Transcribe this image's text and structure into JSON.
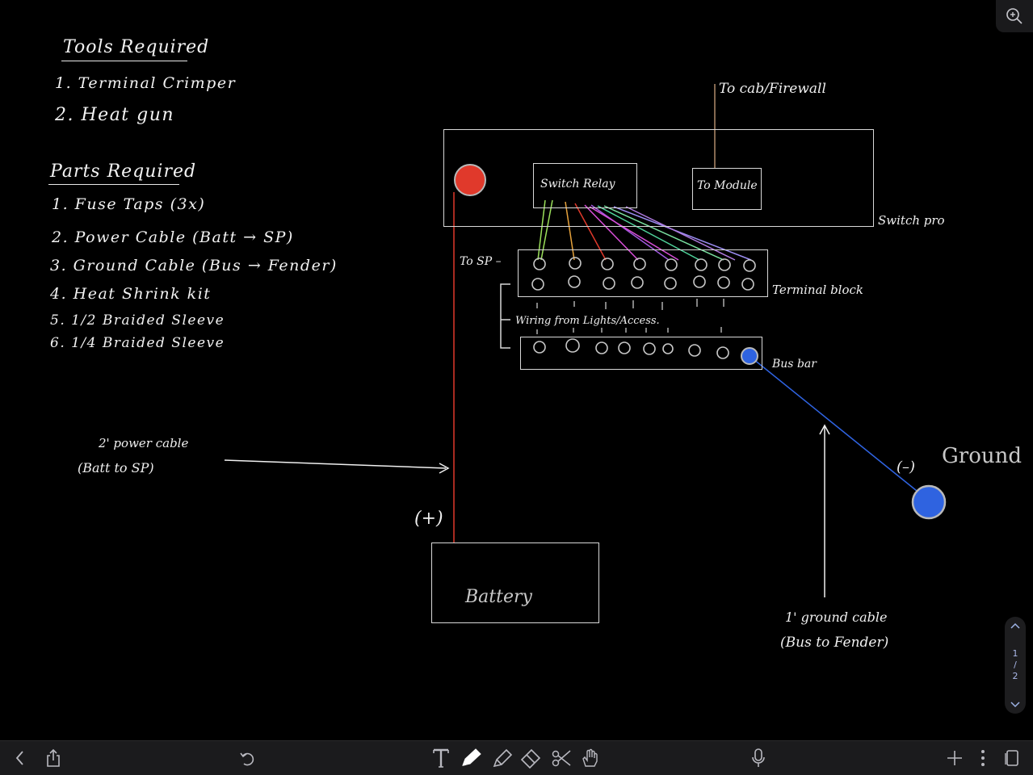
{
  "notes": {
    "tools_title": "Tools Required",
    "tools": [
      "1. Terminal Crimper",
      "2. Heat gun"
    ],
    "parts_title": "Parts Required",
    "parts": [
      "1.  Fuse Taps (3x)",
      "2.  Power Cable (Batt → SP)",
      "3.  Ground Cable (Bus → Fender)",
      "4.  Heat Shrink kit",
      "5.  1/2 Braided Sleeve",
      "6.  1/4 Braided Sleeve"
    ]
  },
  "diagram": {
    "to_cab": "To cab/Firewall",
    "switch_relay": "Switch Relay",
    "to_module": "To Module",
    "switch_pro": "Switch pro",
    "to_sp": "To SP –",
    "terminal_block": "Terminal block",
    "wiring_from": "Wiring from Lights/Access.",
    "bus_bar": "Bus bar",
    "power_cable_line1": "2' power cable",
    "power_cable_line2": "(Batt to SP)",
    "positive": "(+)",
    "battery": "Battery",
    "negative": "(–)",
    "ground": "Ground",
    "ground_cable_line1": "1' ground cable",
    "ground_cable_line2": "(Bus to Fender)"
  },
  "colors": {
    "power_wire": "#e0392b",
    "ground_wire": "#2f63e0",
    "relay_wires": [
      "#9be05a",
      "#e6a23c",
      "#e0392b",
      "#d94fd9",
      "#a15ae0",
      "#4fd39a",
      "#7ae0a0",
      "#9a8cf0"
    ],
    "cab_wire": "#b08a6a"
  },
  "pager": {
    "current": "1",
    "total": "2"
  },
  "toolbar": {
    "left": [
      "chevron-left-icon",
      "share-icon",
      "undo-icon"
    ],
    "center": [
      "text-tool-icon",
      "pen-tool-icon",
      "highlighter-icon",
      "eraser-icon",
      "lasso-icon",
      "shape-hand-icon"
    ],
    "right": [
      "microphone-icon",
      "add-icon",
      "more-icon",
      "page-view-icon"
    ]
  }
}
